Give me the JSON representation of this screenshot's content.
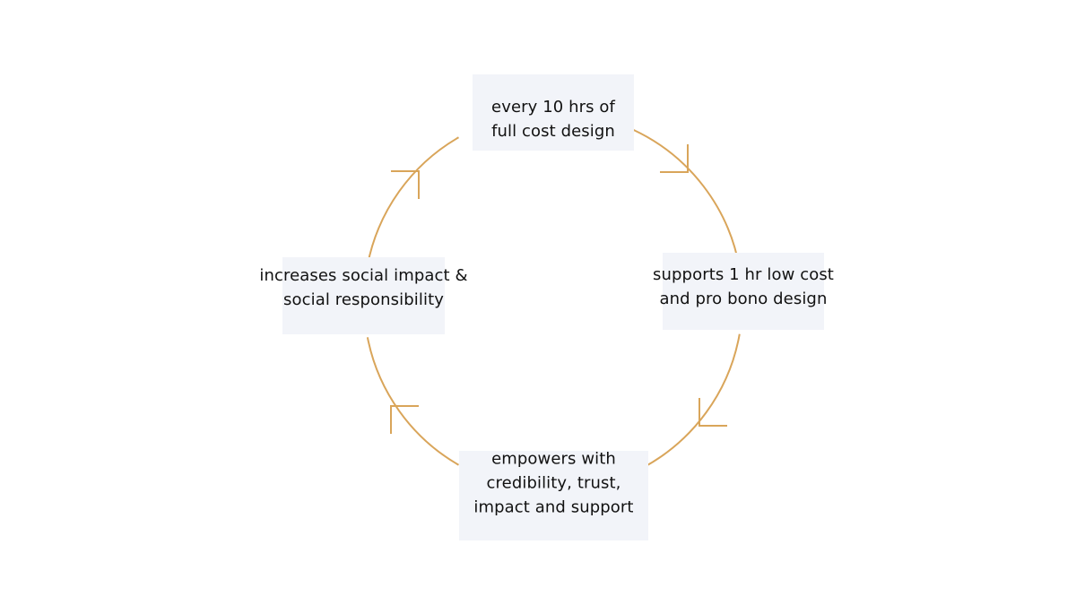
{
  "diagram": {
    "type": "cycle",
    "line_color": "#d9a55a",
    "node_fill": "#f2f4f9",
    "nodes": [
      {
        "id": "top",
        "label": "every 10 hrs of\nfull cost design"
      },
      {
        "id": "right",
        "label": "supports 1 hr low cost\nand pro bono design"
      },
      {
        "id": "bottom",
        "label": "empowers with\ncredibility, trust,\nimpact and support"
      },
      {
        "id": "left",
        "label": "increases social impact &\nsocial responsibility"
      }
    ],
    "direction": "clockwise"
  }
}
